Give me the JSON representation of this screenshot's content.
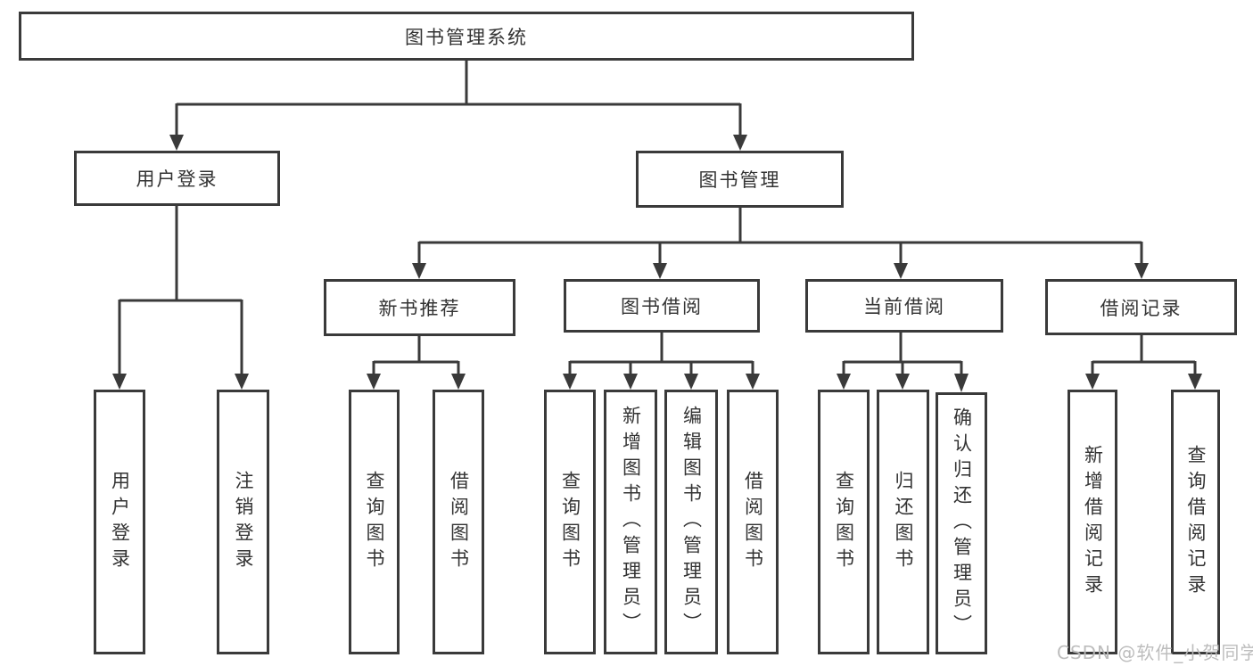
{
  "diagram": {
    "root_label": "图书管理系统",
    "user_login": {
      "label": "用户登录",
      "children": [
        "用户登录",
        "注销登录"
      ]
    },
    "book_mgmt": {
      "label": "图书管理",
      "sections": [
        {
          "label": "新书推荐",
          "children": [
            "查询图书",
            "借阅图书"
          ]
        },
        {
          "label": "图书借阅",
          "children": [
            "查询图书",
            "新增图书（管理员）",
            "编辑图书（管理员）",
            "借阅图书"
          ]
        },
        {
          "label": "当前借阅",
          "children": [
            "查询图书",
            "归还图书",
            "确认归还（管理员）"
          ]
        },
        {
          "label": "借阅记录",
          "children": [
            "新增借阅记录",
            "查询借阅记录"
          ]
        }
      ]
    },
    "line_color": "#3a3a3a"
  },
  "watermark": {
    "text": "CSDN @软件_小贺同学"
  }
}
